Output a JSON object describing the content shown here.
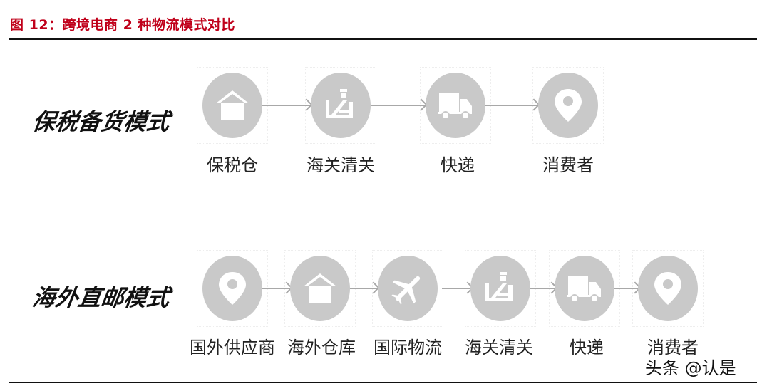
{
  "figure": {
    "title": "图 12：跨境电商 2 种物流模式对比",
    "title_color": "#c0001a"
  },
  "modes": [
    {
      "label": "保税备货模式",
      "steps": [
        {
          "label": "保税仓",
          "icon": "warehouse-icon"
        },
        {
          "label": "海关清关",
          "icon": "customs-officer-icon"
        },
        {
          "label": "快递",
          "icon": "delivery-truck-icon"
        },
        {
          "label": "消费者",
          "icon": "location-pin-icon"
        }
      ]
    },
    {
      "label": "海外直邮模式",
      "steps": [
        {
          "label": "国外供应商",
          "icon": "location-pin-icon"
        },
        {
          "label": "海外仓库",
          "icon": "warehouse-icon"
        },
        {
          "label": "国际物流",
          "icon": "airplane-icon"
        },
        {
          "label": "海关清关",
          "icon": "customs-officer-icon"
        },
        {
          "label": "快递",
          "icon": "delivery-truck-icon"
        },
        {
          "label": "消费者",
          "icon": "location-pin-icon"
        }
      ]
    }
  ],
  "colors": {
    "icon_circle": "#c9c9c9",
    "arrow": "#a8a8a8",
    "rule": "#111111"
  },
  "watermark": "头条 @认是"
}
